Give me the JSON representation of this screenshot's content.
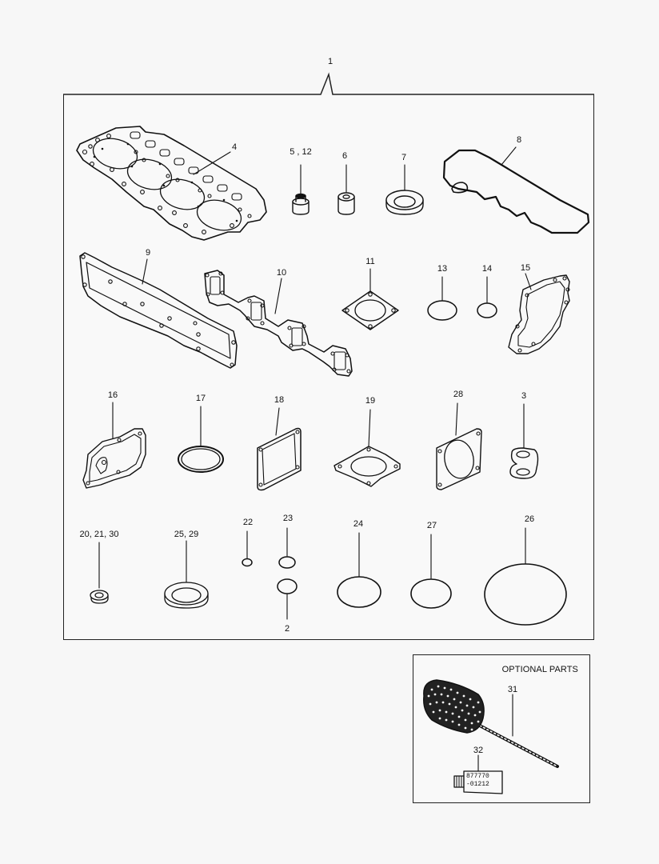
{
  "diagram": {
    "assembly_callout": "1",
    "optional_box": {
      "title": "OPTIONAL PARTS"
    },
    "parts": [
      {
        "id": "p4",
        "callout": "4",
        "shape": "cylinder-head-gasket"
      },
      {
        "id": "p5_12",
        "callout": "5 , 12",
        "shape": "valve-stem-seal"
      },
      {
        "id": "p6",
        "callout": "6",
        "shape": "seal-sleeve"
      },
      {
        "id": "p7",
        "callout": "7",
        "shape": "oil-seal"
      },
      {
        "id": "p8",
        "callout": "8",
        "shape": "head-cover-gasket"
      },
      {
        "id": "p9",
        "callout": "9",
        "shape": "manifold-gasket-long"
      },
      {
        "id": "p10",
        "callout": "10",
        "shape": "exhaust-manifold-gasket"
      },
      {
        "id": "p11",
        "callout": "11",
        "shape": "square-flange-gasket"
      },
      {
        "id": "p13",
        "callout": "13",
        "shape": "o-ring"
      },
      {
        "id": "p14",
        "callout": "14",
        "shape": "o-ring-small"
      },
      {
        "id": "p15",
        "callout": "15",
        "shape": "water-pump-gasket"
      },
      {
        "id": "p16",
        "callout": "16",
        "shape": "cover-gasket"
      },
      {
        "id": "p17",
        "callout": "17",
        "shape": "ring-gasket"
      },
      {
        "id": "p18",
        "callout": "18",
        "shape": "rectangular-gasket"
      },
      {
        "id": "p19",
        "callout": "19",
        "shape": "diamond-flange-gasket"
      },
      {
        "id": "p28",
        "callout": "28",
        "shape": "round-port-gasket"
      },
      {
        "id": "p3",
        "callout": "3",
        "shape": "double-ring-gasket"
      },
      {
        "id": "p20_21_30",
        "callout": "20, 21, 30",
        "shape": "washer-small"
      },
      {
        "id": "p25_29",
        "callout": "25, 29",
        "shape": "washer-large"
      },
      {
        "id": "p22",
        "callout": "22",
        "shape": "o-ring-tiny"
      },
      {
        "id": "p23",
        "callout": "23",
        "shape": "o-ring-small"
      },
      {
        "id": "p2",
        "callout": "2",
        "shape": "o-ring-small"
      },
      {
        "id": "p24",
        "callout": "24",
        "shape": "o-ring-medium"
      },
      {
        "id": "p27",
        "callout": "27",
        "shape": "o-ring-medium"
      },
      {
        "id": "p26",
        "callout": "26",
        "shape": "o-ring-large"
      },
      {
        "id": "p31",
        "callout": "31",
        "shape": "cylinder-hone-brush",
        "optional": true
      },
      {
        "id": "p32",
        "callout": "32",
        "shape": "sealant-tube",
        "optional": true
      }
    ],
    "tube_label": {
      "line1": "877770",
      "line2": "-01212"
    },
    "colors": {
      "background": "#f7f7f7",
      "line": "#111111",
      "frame": "#222222"
    }
  }
}
